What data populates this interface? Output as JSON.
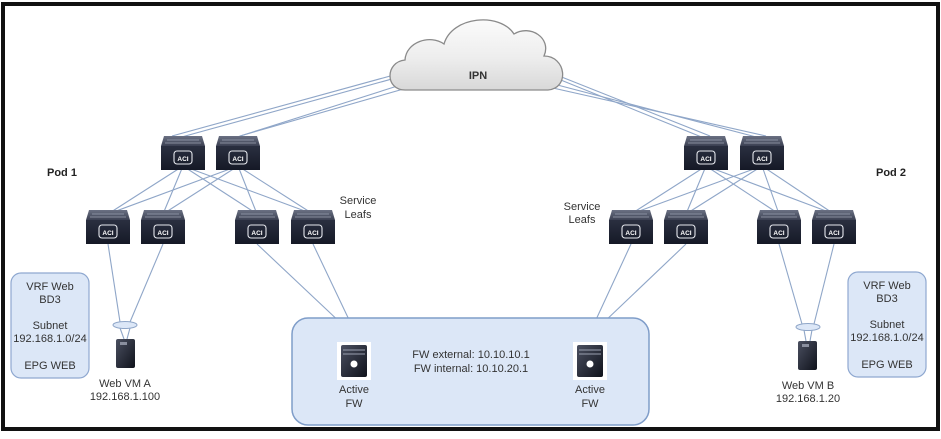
{
  "diagram": {
    "cloud": {
      "label": "IPN"
    },
    "pods": [
      {
        "label": "Pod 1"
      },
      {
        "label": "Pod 2"
      }
    ],
    "service_leafs_labels": [
      {
        "line1": "Service",
        "line2": "Leafs"
      },
      {
        "line1": "Service",
        "line2": "Leafs"
      }
    ],
    "switch_icon_text": "ACI",
    "vrf_boxes": [
      {
        "vrf": "VRF Web",
        "bd": "BD3",
        "subnet_label": "Subnet",
        "subnet": "192.168.1.0/24",
        "epg": "EPG WEB"
      },
      {
        "vrf": "VRF Web",
        "bd": "BD3",
        "subnet_label": "Subnet",
        "subnet": "192.168.1.0/24",
        "epg": "EPG WEB"
      }
    ],
    "vms": [
      {
        "name": "Web VM A",
        "ip": "192.168.1.100"
      },
      {
        "name": "Web VM B",
        "ip": "192.168.1.20"
      }
    ],
    "firewalls": [
      {
        "line1": "Active",
        "line2": "FW"
      },
      {
        "line1": "Active",
        "line2": "FW"
      }
    ],
    "fw_info": {
      "external": "FW external: 10.10.10.1",
      "internal": "FW internal: 10.10.20.1"
    },
    "colors": {
      "link": "#8fa6c8",
      "box_fill": "#dce7f7",
      "box_stroke": "#7f9dc9",
      "switch_dark": "#1f2433"
    }
  }
}
